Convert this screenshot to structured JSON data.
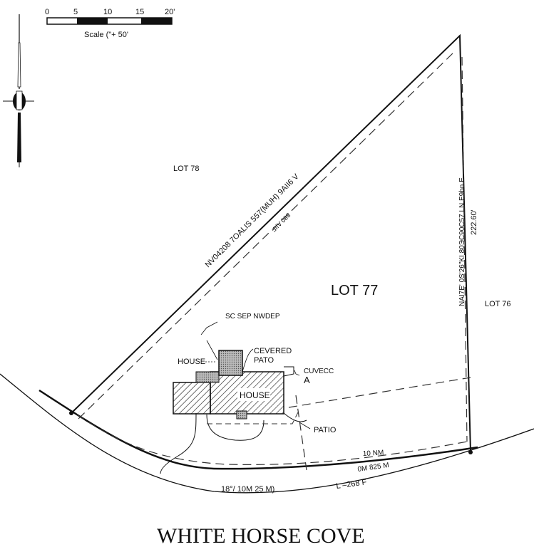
{
  "scale_bar": {
    "ticks": [
      "0",
      "5",
      "10",
      "15",
      "20'"
    ],
    "caption": "Scale (\"+ 50'"
  },
  "lots": {
    "lot78": "LOT 78",
    "lot77": "LOT 77",
    "lot76": "LOT 76"
  },
  "boundary_labels": {
    "northwest_line": "NV04208  7OALIS 557(MUH)  9AII6 V",
    "northwest_setback": "880 AIIF",
    "east_line": "NAI7E' 0S'26\"KI  80ЭC90C57 LN E9bn E",
    "east_length": "222.60'",
    "front_setback": "10 NM",
    "front_line": "0M 825 M",
    "road_curve": "L –268 F",
    "road_radius": "18°/ 10M 25 M)"
  },
  "structures": {
    "callout_top": "SC SEP NWDEP",
    "house_small": "HOUSE",
    "covered_patio": "CEVERED\nPATO",
    "covered_patio_line1": "CEVERED",
    "covered_patio_line2": "PATO",
    "covered_a_line1": "CUVECC",
    "covered_a_line2": "A",
    "house_main": "HOUSE",
    "patio": "PATIO"
  },
  "street_name": "WHITE HORSE COVE"
}
